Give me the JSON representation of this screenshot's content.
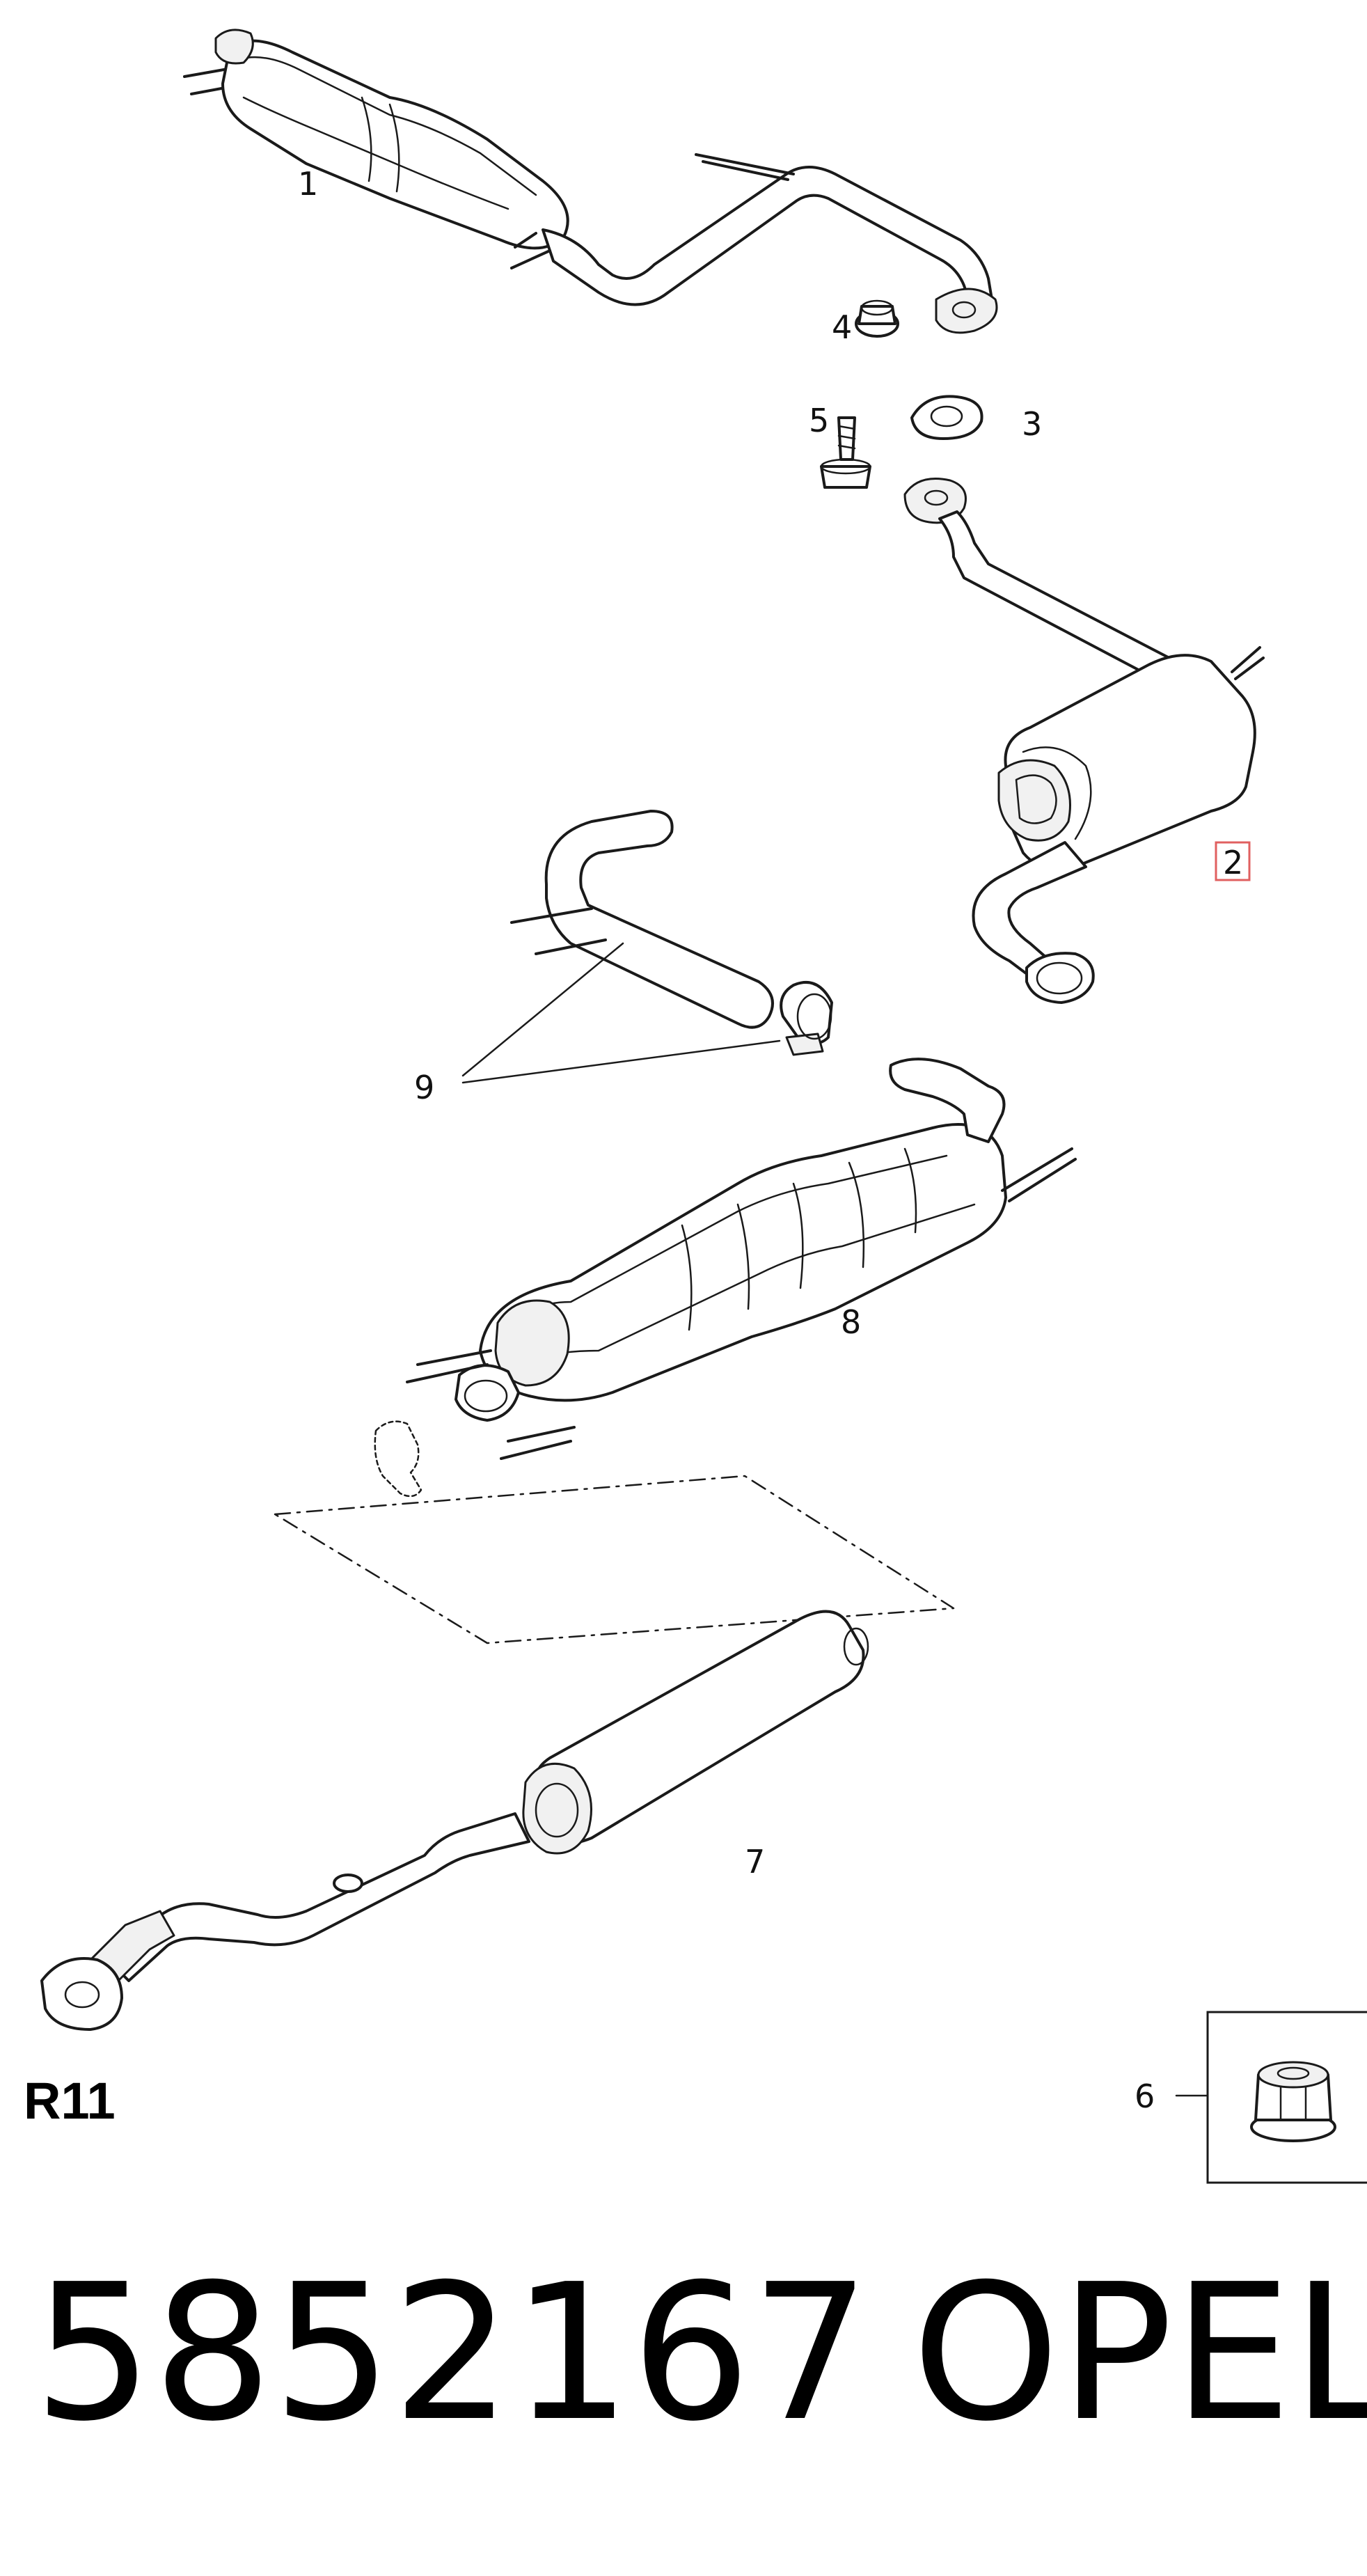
{
  "diagram": {
    "callouts": [
      {
        "id": "1",
        "label": "1"
      },
      {
        "id": "2",
        "label": "2",
        "highlighted": true
      },
      {
        "id": "3",
        "label": "3"
      },
      {
        "id": "4",
        "label": "4"
      },
      {
        "id": "5",
        "label": "5"
      },
      {
        "id": "6",
        "label": "6"
      },
      {
        "id": "7",
        "label": "7"
      },
      {
        "id": "8",
        "label": "8"
      },
      {
        "id": "9",
        "label": "9"
      }
    ],
    "code": "R11",
    "highlight_color": "#e06060"
  },
  "footer": {
    "part_number": "5852167",
    "brand": "OPEL"
  }
}
